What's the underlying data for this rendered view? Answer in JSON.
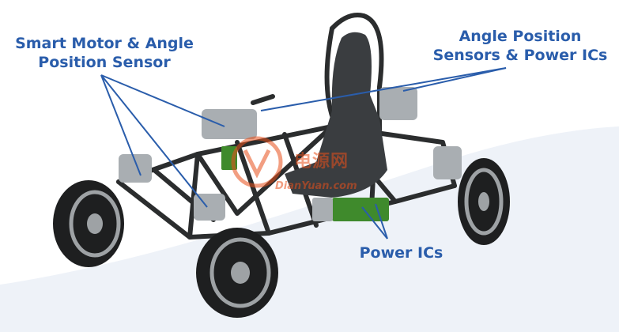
{
  "colors": {
    "label": "#2a5dab",
    "callout_line": "#2a5dab",
    "ground": "#eef2f8",
    "frame": "#2b2d2e",
    "frame_highlight": "#56595a",
    "metal": "#a9aeb2",
    "seat": "#3a3d40",
    "board_green": "#3f8a2c",
    "tire": "#1e1f20",
    "rim": "#9ea2a5",
    "watermark": "#e8501b"
  },
  "labels": {
    "smart_motor": {
      "lines": [
        "Smart Motor & Angle",
        "Position Sensor"
      ]
    },
    "angle_sensors": {
      "lines": [
        "Angle Position",
        "Sensors & Power ICs"
      ]
    },
    "power_ics": {
      "lines": [
        "Power ICs"
      ]
    }
  },
  "watermark": {
    "chinese": "电源网",
    "latin": "DianYuan.com"
  }
}
